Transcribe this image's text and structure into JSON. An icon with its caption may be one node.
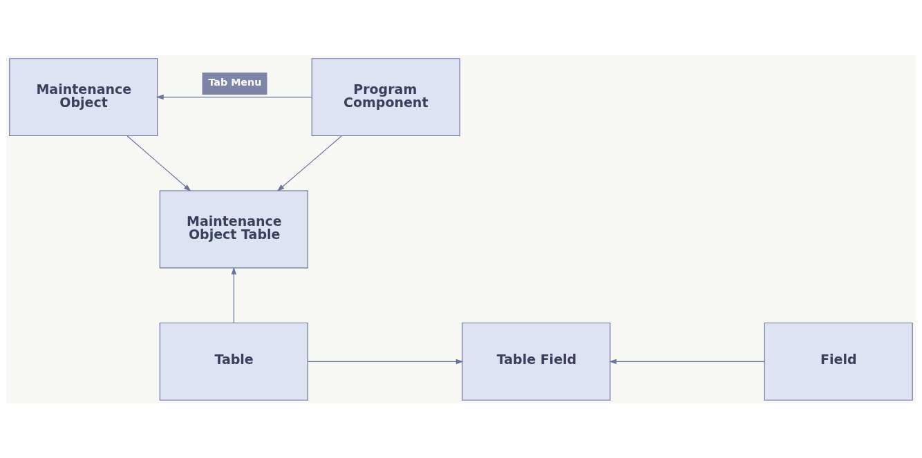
{
  "diagram": {
    "nodes": [
      {
        "text": [
          "Maintenance Object"
        ]
      },
      {
        "text": [
          "Program Component"
        ]
      },
      {
        "text": [
          "Maintenance Object Table"
        ]
      },
      {
        "text": [
          "Table"
        ]
      },
      {
        "text": [
          "Table Field"
        ]
      },
      {
        "text": [
          "Field"
        ]
      }
    ],
    "edges": [
      {
        "from": 1,
        "to": 0,
        "arrow": "to",
        "label": "Tab Menu"
      },
      {
        "from": 0,
        "to": 2,
        "arrow": "to"
      },
      {
        "from": 1,
        "to": 2,
        "arrow": "to"
      },
      {
        "from": 3,
        "to": 2,
        "arrow": "to"
      },
      {
        "from": 3,
        "to": 4,
        "arrow": "to"
      },
      {
        "from": 5,
        "to": 4,
        "arrow": "to"
      }
    ]
  }
}
